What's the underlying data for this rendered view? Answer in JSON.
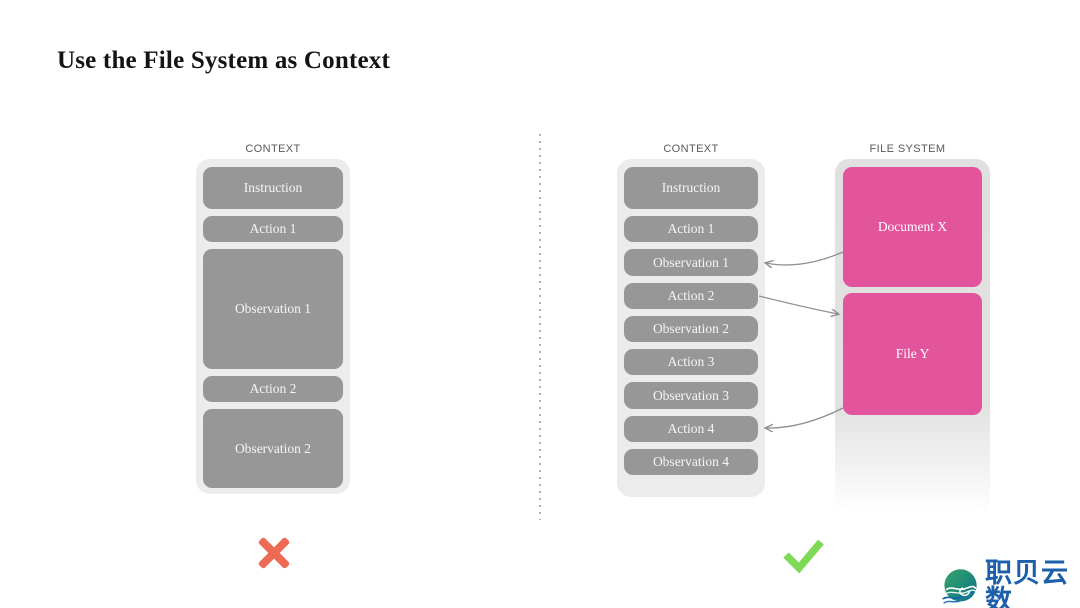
{
  "title": "Use the File System as Context",
  "left_panel": {
    "label": "CONTEXT",
    "boxes": [
      "Instruction",
      "Action 1",
      "Observation 1",
      "Action 2",
      "Observation 2"
    ],
    "verdict_icon": "cross-icon"
  },
  "right_panel": {
    "context": {
      "label": "CONTEXT",
      "boxes": [
        "Instruction",
        "Action 1",
        "Observation 1",
        "Action 2",
        "Observation 2",
        "Action 3",
        "Observation 3",
        "Action 4",
        "Observation 4"
      ]
    },
    "file_system": {
      "label": "FILE SYSTEM",
      "boxes": [
        "Document X",
        "File Y"
      ]
    },
    "verdict_icon": "check-icon"
  },
  "arrows": [
    {
      "from": "Document X",
      "to": "Observation 1"
    },
    {
      "from": "Action 2",
      "to": "File Y"
    },
    {
      "from": "File Y",
      "to": "Action 4"
    }
  ],
  "logo": {
    "text": "职贝云数"
  },
  "colors": {
    "box_gray": "#979797",
    "panel_gray": "#ececec",
    "accent_pink": "#e2549c",
    "cross_red": "#ed6a55",
    "check_green": "#7ed957",
    "arrow_gray": "#8f8f8f",
    "label_gray": "#595959",
    "logo_blue": "#1d5faa"
  }
}
